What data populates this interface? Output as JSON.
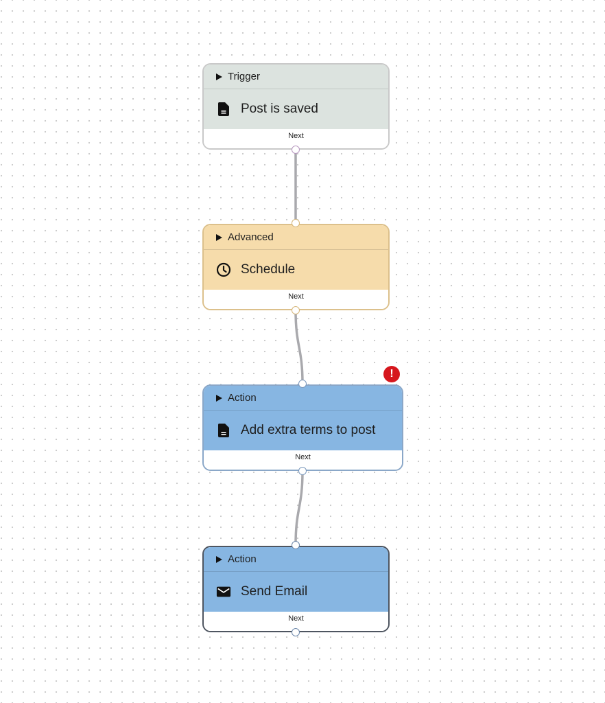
{
  "nodes": [
    {
      "id": "trigger",
      "category": "Trigger",
      "title": "Post is saved",
      "footer": "Next",
      "icon": "document-icon",
      "body_color": "#dce3df",
      "border_color": "#c9c9c9",
      "port_color": "#b898c0",
      "has_input": false,
      "has_error": false
    },
    {
      "id": "schedule",
      "category": "Advanced",
      "title": "Schedule",
      "footer": "Next",
      "icon": "clock-icon",
      "body_color": "#f6dcab",
      "border_color": "#dcc08b",
      "port_color": "#d6b77a",
      "has_input": true,
      "has_error": false
    },
    {
      "id": "add-terms",
      "category": "Action",
      "title": "Add extra terms to post",
      "footer": "Next",
      "icon": "document-icon",
      "body_color": "#87b6e2",
      "border_color": "#8aa7c8",
      "port_color": "#7a98bc",
      "has_input": true,
      "has_error": true
    },
    {
      "id": "send-email",
      "category": "Action",
      "title": "Send Email",
      "footer": "Next",
      "icon": "envelope-icon",
      "body_color": "#87b6e2",
      "border_color": "#4e5560",
      "port_color": "#6d88ab",
      "has_input": true,
      "has_error": false
    }
  ],
  "error_badge_text": "!",
  "edge_color": "#a9a9ad"
}
